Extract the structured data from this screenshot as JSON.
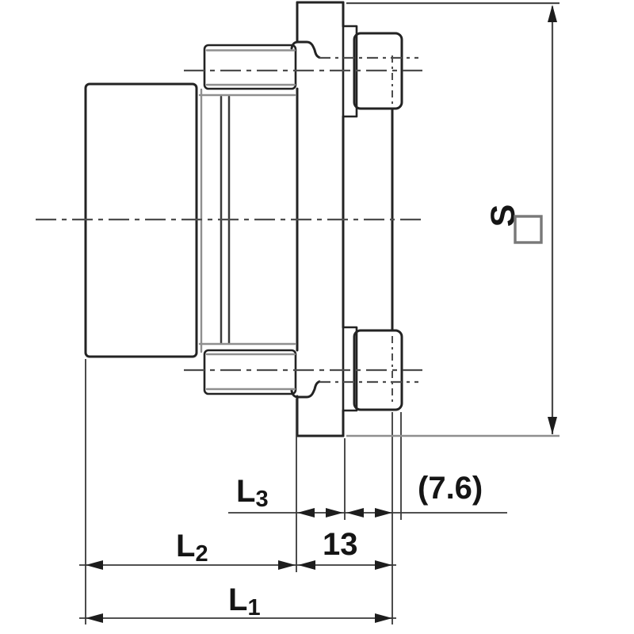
{
  "drawing": {
    "title": "flange-fitting-dimension-drawing",
    "background_color": "#ffffff",
    "outline_color": "#232323",
    "soft_edge_color": "#8f8f8f",
    "centerline_color": "#4d4d4d",
    "dimension_line_color": "#383838",
    "text_color": "#151515",
    "dimensions": {
      "overall_length": {
        "main": "L",
        "sub": "1"
      },
      "body_length": {
        "main": "L",
        "sub": "2"
      },
      "flange_thickness": {
        "main": "L",
        "sub": "3"
      },
      "flange_to_head_depth": "13",
      "head_protrusion_ref": "(7.6)",
      "across_flats": "S"
    },
    "icons": {
      "across_flats_square": "square-symbol"
    }
  }
}
